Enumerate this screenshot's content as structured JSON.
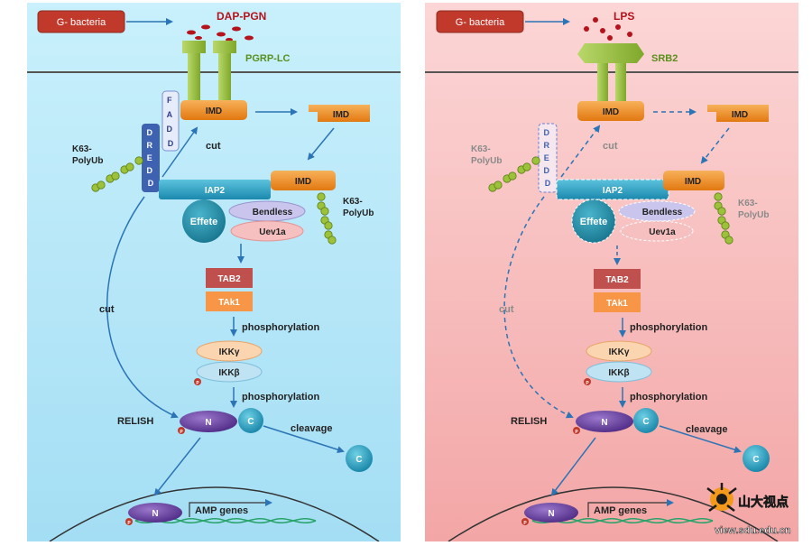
{
  "left_panel": {
    "bacteria_label": "G- bacteria",
    "ligand_label": "DAP-PGN",
    "receptor_label": "PGRP-LC",
    "imd_label": "IMD",
    "imd_moved_label": "IMD",
    "imd_iap_label": "IMD",
    "fadd_label": "FADD",
    "dredd_label": "DREDD",
    "k63_left_label": "K63-\nPolyUb",
    "k63_right_label": "K63-\nPolyUb",
    "cut_top_label": "cut",
    "cut_side_label": "cut",
    "iap2_label": "IAP2",
    "effete_label": "Effete",
    "bendless_label": "Bendless",
    "uev1a_label": "Uev1a",
    "tab2_label": "TAB2",
    "tak1_label": "TAk1",
    "phos1_label": "phosphorylation",
    "ikkg_label": "IKKγ",
    "ikkb_label": "IKKβ",
    "phos2_label": "phosphorylation",
    "relish_label": "RELISH",
    "n_label": "N",
    "c_label": "C",
    "cleavage_label": "cleavage",
    "c_free_label": "C",
    "n_nuc_label": "N",
    "amp_label": "AMP genes",
    "p_label": "P"
  },
  "right_panel": {
    "bacteria_label": "G- bacteria",
    "ligand_label": "LPS",
    "receptor_label": "SRB2",
    "imd_label": "IMD",
    "imd_moved_label": "IMD",
    "imd_iap_label": "IMD",
    "dredd_label": "DREDD",
    "k63_left_label": "K63-\nPolyUb",
    "k63_right_label": "K63-\nPolyUb",
    "cut_top_label": "cut",
    "cut_side_label": "cut",
    "iap2_label": "IAP2",
    "effete_label": "Effete",
    "bendless_label": "Bendless",
    "uev1a_label": "Uev1a",
    "tab2_label": "TAB2",
    "tak1_label": "TAk1",
    "phos1_label": "phosphorylation",
    "ikkg_label": "IKKγ",
    "ikkb_label": "IKKβ",
    "phos2_label": "phosphorylation",
    "relish_label": "RELISH",
    "n_label": "N",
    "c_label": "C",
    "cleavage_label": "cleavage",
    "c_free_label": "C",
    "n_nuc_label": "N",
    "amp_label": "AMP genes",
    "p_label": "P"
  },
  "watermark": {
    "logo_text": "山大视点",
    "url_text": "view.sdu.edu.cn"
  },
  "colors": {
    "left_bg_top": "#c7effb",
    "left_bg_bottom": "#a6e0f5",
    "right_bg_top": "#fbd3d3",
    "right_bg_bottom": "#f4a9a9",
    "bacteria_box": "#c0392b",
    "ligand_red": "#b5121b",
    "receptor_green": "#98c13d",
    "imd_orange": "#f08a1c",
    "iap2_blue": "#2aa0c3",
    "effete_teal": "#1f8fa6",
    "bendless_purple": "#c9c5ec",
    "uev1a_pink": "#f6c0c0",
    "tab2_red": "#c0504d",
    "tak1_orange": "#f79646",
    "ikkg_peach": "#fbd5b0",
    "ikkb_lightblue": "#bfe3f3",
    "relish_purple": "#6a3f9e",
    "c_teal": "#2aa0c3",
    "dna_green": "#2aa36b",
    "arrow_blue": "#2b74b5",
    "dredd_blue": "#3f62b0",
    "watermark_orange": "#f39a1c"
  }
}
